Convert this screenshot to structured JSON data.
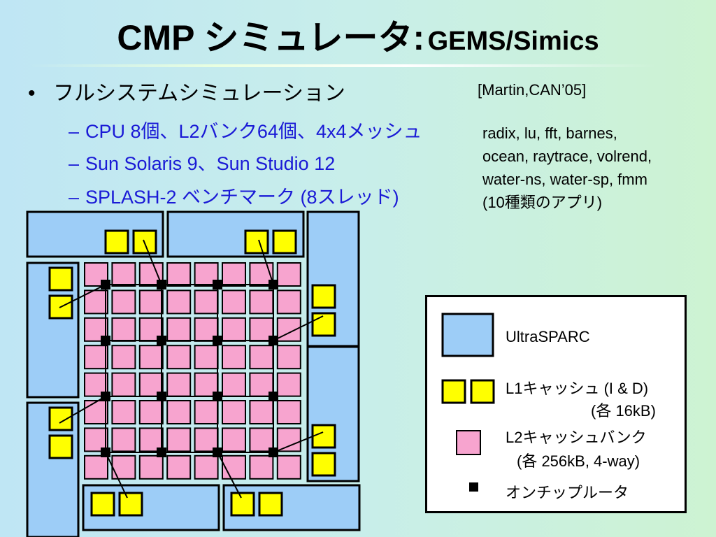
{
  "title": {
    "main": "CMP シミュレータ:",
    "sub": "GEMS/Simics"
  },
  "bullet": {
    "text": "フルシステムシミュレーション",
    "items": [
      "CPU 8個、L2バンク64個、4x4メッシュ",
      "Sun Solaris 9、Sun Studio 12",
      "SPLASH-2 ベンチマーク (8スレッド)"
    ]
  },
  "reference": "[Martin,CAN’05]",
  "apps": [
    "radix, lu, fft, barnes,",
    "ocean, raytrace, volrend,",
    "water-ns, water-sp, fmm",
    "(10種類のアプリ)"
  ],
  "legend": {
    "cpu": "UltraSPARC",
    "l1_line1": "L1キャッシュ (I & D)",
    "l1_line2": "(各 16kB)",
    "l2_line1": "L2キャッシュバンク",
    "l2_line2": "(各 256kB, 4-way)",
    "router": "オンチップルータ"
  },
  "colors": {
    "cpu": "#9dcdf7",
    "l1": "#ffff00",
    "l2": "#f7a4cf",
    "router": "#000000",
    "accent_text": "#1a1ad6"
  },
  "mesh": {
    "rows": 4,
    "cols": 4,
    "l2_banks": 64,
    "cpus": 8
  }
}
